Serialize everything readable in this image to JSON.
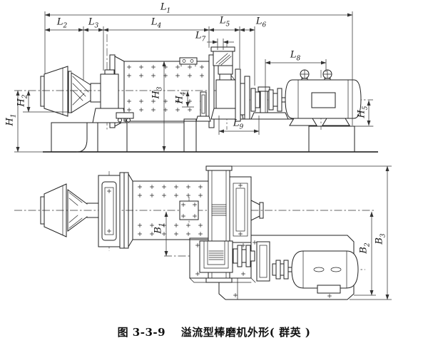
{
  "figure": {
    "caption_figure_no": "图 3-3-9",
    "caption_title": "溢流型棒磨机外形( 群英 )"
  },
  "style": {
    "ink": "#222222",
    "paper": "#ffffff"
  },
  "dims": {
    "L1": {
      "main": "L",
      "sub": "1"
    },
    "L2": {
      "main": "L",
      "sub": "2"
    },
    "L3": {
      "main": "L",
      "sub": "3"
    },
    "L4": {
      "main": "L",
      "sub": "4"
    },
    "L5": {
      "main": "L",
      "sub": "5"
    },
    "L6": {
      "main": "L",
      "sub": "6"
    },
    "L7": {
      "main": "L",
      "sub": "7"
    },
    "L8": {
      "main": "L",
      "sub": "8"
    },
    "L9": {
      "main": "L",
      "sub": "9"
    },
    "H1": {
      "main": "H",
      "sub": "1"
    },
    "H2": {
      "main": "H",
      "sub": "2"
    },
    "H3": {
      "main": "H",
      "sub": "3"
    },
    "H4": {
      "main": "H",
      "sub": "4"
    },
    "H5": {
      "main": "H",
      "sub": "5"
    },
    "B1": {
      "main": "B",
      "sub": "1"
    },
    "B2": {
      "main": "B",
      "sub": "2"
    },
    "B3": {
      "main": "B",
      "sub": "3"
    }
  }
}
